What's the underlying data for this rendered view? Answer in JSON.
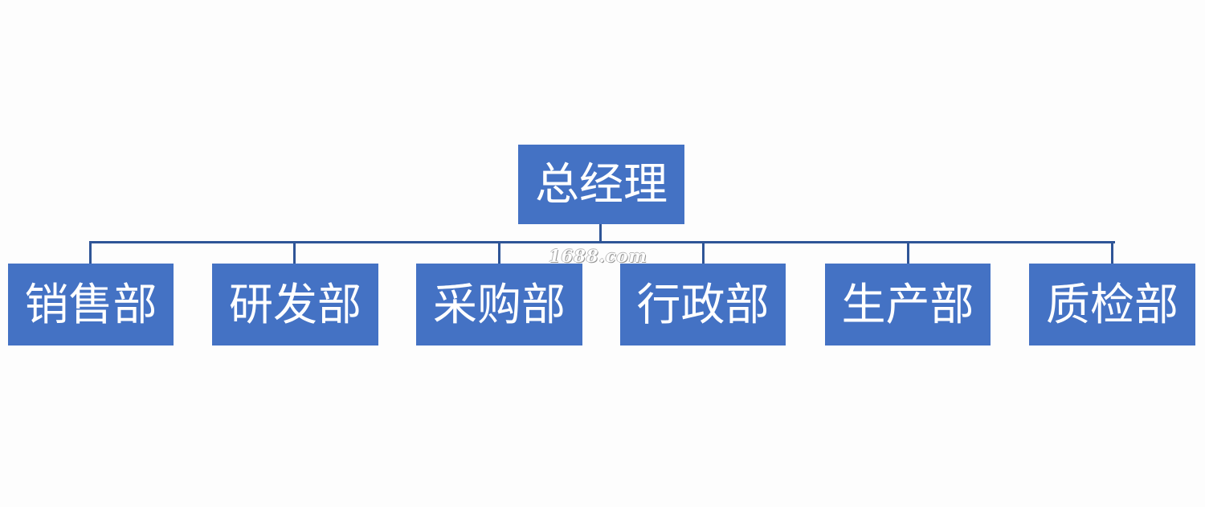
{
  "org_chart": {
    "root": {
      "label": "总经理"
    },
    "departments": [
      {
        "label": "销售部"
      },
      {
        "label": "研发部"
      },
      {
        "label": "采购部"
      },
      {
        "label": "行政部"
      },
      {
        "label": "生产部"
      },
      {
        "label": "质检部"
      }
    ]
  },
  "watermark": "1688.com",
  "colors": {
    "node_fill": "#4472c4",
    "connector": "#2f5597",
    "text": "#ffffff"
  }
}
